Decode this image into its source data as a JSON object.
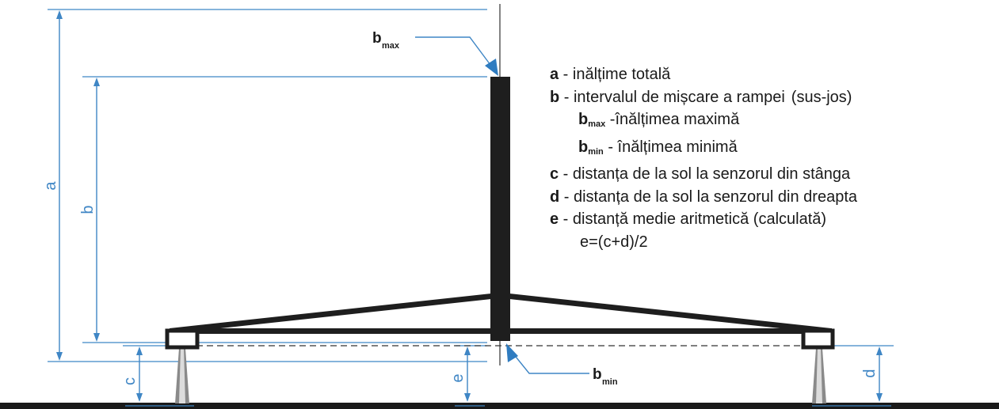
{
  "labels": {
    "a": "a",
    "b": "b",
    "c": "c",
    "d": "d",
    "e": "e",
    "b_max_main": "b",
    "b_max_sub": "max",
    "b_min_main": "b",
    "b_min_sub": "min"
  },
  "legend": {
    "a": {
      "key": "a",
      "text": " - inălțime totală"
    },
    "b": {
      "key": "b",
      "text": " - intervalul de mișcare a rampei",
      "extra": "(sus-jos)"
    },
    "bmax": {
      "key": "b",
      "sub": "max",
      "text": " -înălțimea maximă"
    },
    "bmin": {
      "key": "b",
      "sub": "min",
      "text": " - înălțimea minimă"
    },
    "c": {
      "key": "c",
      "text": " - distanța de la sol la senzorul din stânga"
    },
    "d": {
      "key": "d",
      "text": " - distanța de la sol la senzorul din dreapta"
    },
    "e": {
      "key": "e",
      "text": " - distanță medie aritmetică (calculată)"
    },
    "formula": "e=(c+d)/2"
  },
  "colors": {
    "dimension": "#3f86c5",
    "structure": "#1e1e1e",
    "ground": "#1a1a1a"
  }
}
